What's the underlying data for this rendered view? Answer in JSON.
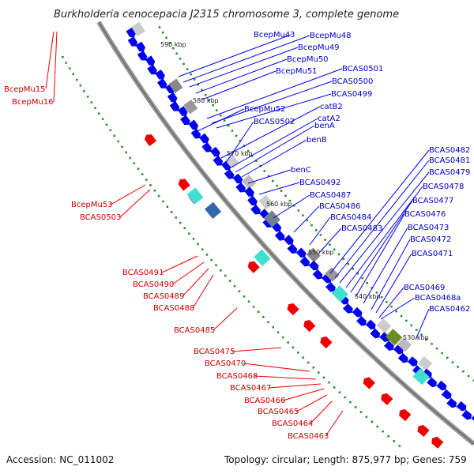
{
  "title": "Burkholderia cenocepacia J2315 chromosome 3, complete genome",
  "footer": {
    "accession": "Accession: NC_011002",
    "summary": "Topology: circular; Length: 875,977 bp; Genes: 759"
  },
  "colors": {
    "forward": "#0000ee",
    "reverse": "#ee0000",
    "blue_label": "#0000cc",
    "red_label": "#cc0000",
    "backbone": "#888888",
    "tick": "#228b22"
  },
  "kbp_ticks": [
    "590 kbp",
    "580 kbp",
    "570 kbp",
    "560 kbp",
    "550 kbp",
    "540 kbp",
    "530 kbp"
  ],
  "forward_labels": [
    "BcepMu43",
    "BcepMu48",
    "BcepMu49",
    "BcepMu50",
    "BcepMu51",
    "BCAS0501",
    "BCAS0500",
    "BCAS0499",
    "BcepMu52",
    "catB2",
    "BCAS0502",
    "catA2",
    "benA",
    "benB",
    "benC",
    "BCAS0492",
    "BCAS0487",
    "BCAS0486",
    "BCAS0484",
    "BCAS0483",
    "BCAS0482",
    "BCAS0481",
    "BCAS0479",
    "BCAS0478",
    "BCAS0477",
    "BCAS0476",
    "BCAS0473",
    "BCAS0472",
    "BCAS0471",
    "BCAS0469",
    "BCAS0468a",
    "BCAS0462"
  ],
  "reverse_labels": [
    "BcepMu15",
    "BcepMu16",
    "BcepMu53",
    "BCAS0503",
    "BCAS0491",
    "BCAS0490",
    "BCAS0489",
    "BCAS0488",
    "BCAS0485",
    "BCAS0475",
    "BCAS0470",
    "BCAS0468",
    "BCAS0467",
    "BCAS0466",
    "BCAS0465",
    "BCAS0464",
    "BCAS0463"
  ]
}
